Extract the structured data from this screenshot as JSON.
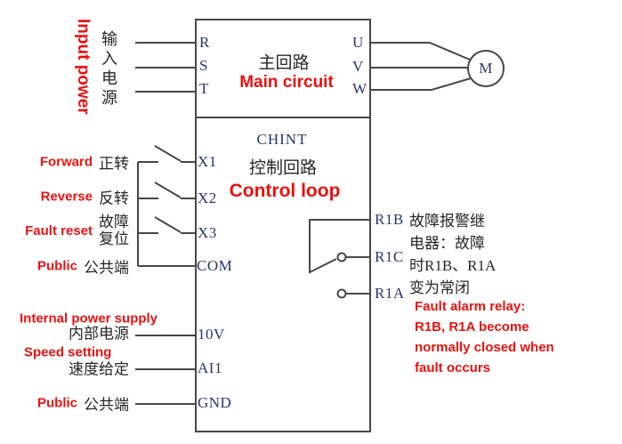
{
  "colors": {
    "wire_gray": "#474747",
    "red_accent": "#e8110f",
    "terminal_navy": "#26366b",
    "text_ink": "#262626",
    "background": "#ffffff"
  },
  "box": {
    "brand": "CHINT",
    "main_circuit_cn": "主回路",
    "main_circuit_en": "Main circuit",
    "control_loop_cn": "控制回路",
    "control_loop_en": "Control loop"
  },
  "input_power": {
    "en": "Input power",
    "cn_chars": [
      "输",
      "入",
      "电",
      "源"
    ]
  },
  "main_terminals": {
    "input": [
      "R",
      "S",
      "T"
    ],
    "output": [
      "U",
      "V",
      "W"
    ]
  },
  "motor": {
    "label": "M"
  },
  "digital_inputs": [
    {
      "terminal": "X1",
      "label_en": "Forward",
      "label_cn": "正转"
    },
    {
      "terminal": "X2",
      "label_en": "Reverse",
      "label_cn": "反转"
    },
    {
      "terminal": "X3",
      "label_en": "Fault reset",
      "label_cn_line1": "故障",
      "label_cn_line2": "复位"
    },
    {
      "terminal": "COM",
      "label_en": "Public",
      "label_cn": "公共端"
    }
  ],
  "analog_io": [
    {
      "terminal": "10V",
      "label_en": "Internal power supply",
      "label_cn": "内部电源"
    },
    {
      "terminal": "AI1",
      "label_en": "Speed setting",
      "label_cn": "速度给定"
    },
    {
      "terminal": "GND",
      "label_en": "Public",
      "label_cn": "公共端"
    }
  ],
  "relay_output": {
    "terminals": [
      "R1B",
      "R1C",
      "R1A"
    ],
    "note_cn": [
      "故障报警继",
      "电器：故障",
      "时R1B、R1A",
      "变为常闭"
    ],
    "note_en": [
      "Fault alarm relay:",
      "R1B, R1A become",
      "normally closed when",
      "fault occurs"
    ]
  }
}
